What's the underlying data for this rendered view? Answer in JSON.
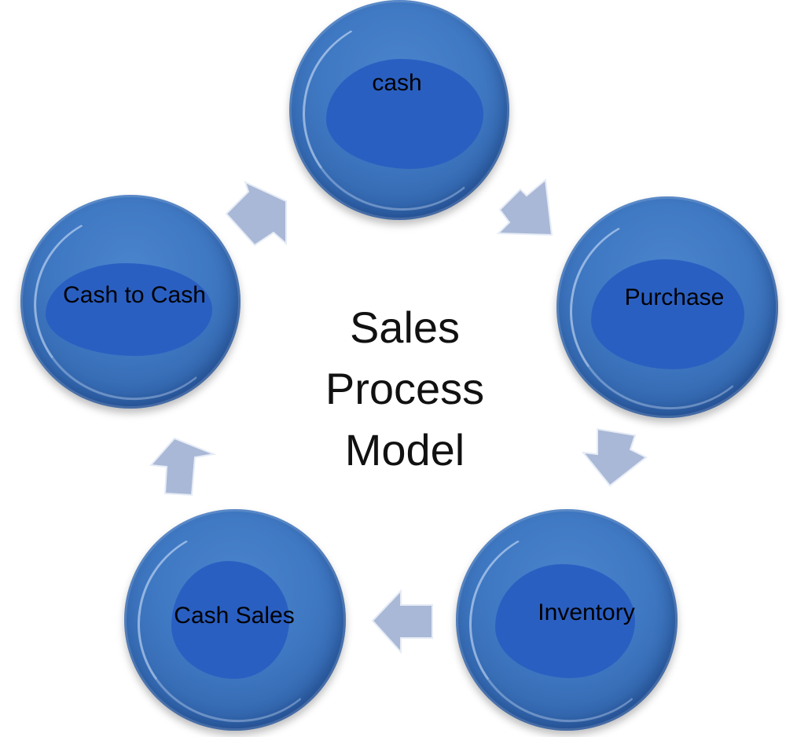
{
  "diagram": {
    "title_lines": [
      "Sales",
      "Process",
      "Model"
    ],
    "nodes": [
      {
        "id": "cash",
        "label": "cash"
      },
      {
        "id": "purchase",
        "label": "Purchase"
      },
      {
        "id": "inventory",
        "label": "Inventory"
      },
      {
        "id": "cash-sales",
        "label": "Cash Sales"
      },
      {
        "id": "cash-to-cash",
        "label": "Cash to Cash"
      }
    ],
    "flow": [
      "cash",
      "Purchase",
      "Inventory",
      "Cash Sales",
      "Cash to Cash",
      "cash"
    ],
    "colors": {
      "node_fill": "#3f78c2",
      "node_label_patch": "#2a5fc2",
      "arrow_fill": "#a9b8d6",
      "text": "#000000",
      "background": "#ffffff"
    }
  }
}
